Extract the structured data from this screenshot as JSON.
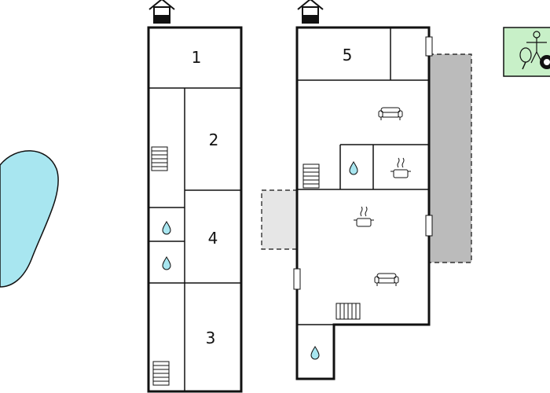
{
  "rooms": {
    "r1": "1",
    "r2": "2",
    "r3": "3",
    "r4": "4",
    "r5": "5"
  },
  "colors": {
    "walls": "#111111",
    "lake": "#a8e6f0",
    "water_drop": "#a8e6f0",
    "terrace": "#bbbbbb",
    "terrace_light": "#e6e6e6",
    "amenity_badge": "#c8f0c8"
  },
  "icons": [
    "entrance-icon",
    "stairs-icon",
    "water-drop-icon",
    "sofa-icon",
    "cooking-pot-icon",
    "table-tennis-icon",
    "billiard-ball-icon"
  ]
}
